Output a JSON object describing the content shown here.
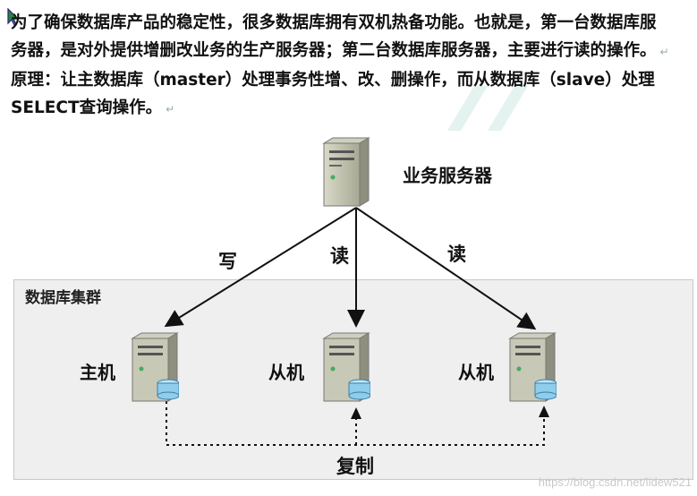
{
  "intro": {
    "line1": "为了确保数据库产品的稳定性，很多数据库拥有双机热备功能。也就是，第一台数据库服",
    "line2": "务器，是对外提供增删改业务的生产服务器；第二台数据库服务器，主要进行读的操作。",
    "line3": "原理：让主数据库（master）处理事务性增、改、删操作，而从数据库（slave）处理",
    "line4": "SELECT查询操作。",
    "para_mark": "↵"
  },
  "diagram": {
    "business_server_label": "业务服务器",
    "cluster_title": "数据库集群",
    "edges": {
      "write": "写",
      "read_middle": "读",
      "read_right": "读",
      "replicate": "复制"
    },
    "nodes": {
      "master": "主机",
      "slave1": "从机",
      "slave2": "从机"
    }
  },
  "watermark": "https://blog.csdn.net/lidew521"
}
